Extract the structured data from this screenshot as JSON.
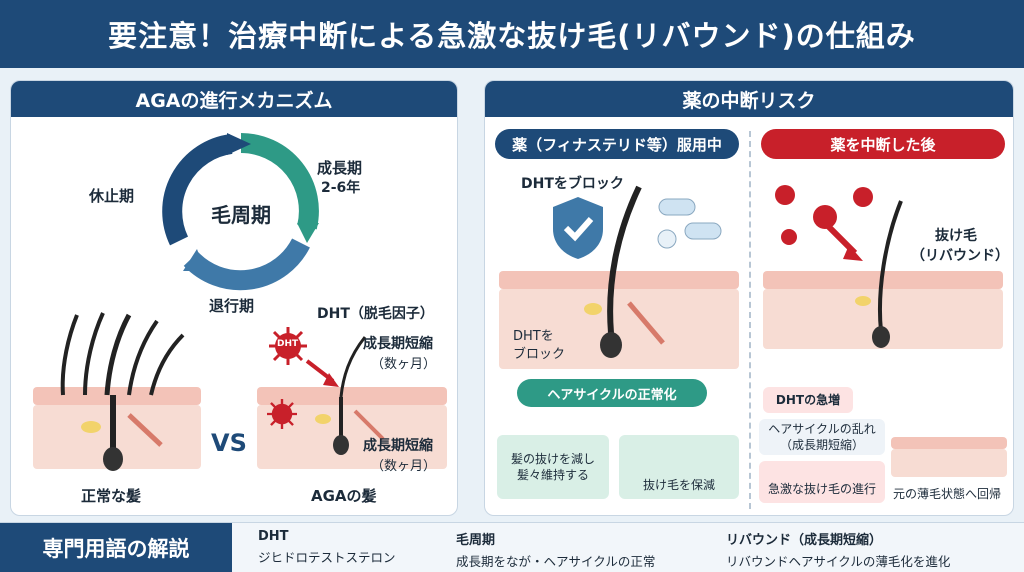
{
  "title": "要注意！治療中断による急激な抜け毛(リバウンド)の仕組み",
  "left_panel": {
    "heading": "AGAの進行メカニズム",
    "cycle_center": "毛周期",
    "growth": "成長期",
    "growth_years": "2-6年",
    "rest": "休止期",
    "regress": "退行期",
    "dht_label": "DHT（脱毛因子）",
    "short1": "成長期短縮",
    "short1_sub": "（数ヶ月）",
    "short2": "成長期短縮",
    "short2_sub": "（数ヶ月）",
    "vs": "VS",
    "normal_caption": "正常な髪",
    "aga_caption": "AGAの髪",
    "dht_badge": "DHT"
  },
  "right_panel": {
    "heading": "薬の中断リスク",
    "taking_head": "薬（フィナステリド等）服用中",
    "stopped_head": "薬を中断した後",
    "block_top": "DHTをブロック",
    "block_inner_1": "DHTを",
    "block_inner_2": "ブロック",
    "cycle_normal": "ヘアサイクルの正常化",
    "reduce_loss_1": "髪の抜けを減し",
    "reduce_loss_2": "髪々維持する",
    "protect": "抜け毛を保減",
    "rebound_1": "抜け毛",
    "rebound_2": "（リバウンド）",
    "dht_surge": "DHTの急増",
    "cycle_disorder_1": "ヘアサイクルの乱れ",
    "cycle_disorder_2": "（成長期短縮）",
    "rapid_loss": "急激な抜け毛の進行",
    "back_to_thin": "元の薄毛状態へ回帰"
  },
  "glossary": {
    "title": "専門用語の解説",
    "terms": [
      {
        "term": "DHT",
        "desc": "ジヒドロテストステロン"
      },
      {
        "term": "毛周期",
        "desc": "成長期をなが・ヘアサイクルの正常"
      },
      {
        "term": "リバウンド（成長期短縮）",
        "desc": "リバウンドヘアサイクルの薄毛化を進化"
      }
    ]
  },
  "colors": {
    "navy": "#1e4a78",
    "teal": "#2e9a86",
    "red": "#c8202a",
    "skin": "#f3c3b8",
    "dermis": "#f7dcd3",
    "green_light": "#d9efe6",
    "pink_light": "#fde3e3"
  }
}
